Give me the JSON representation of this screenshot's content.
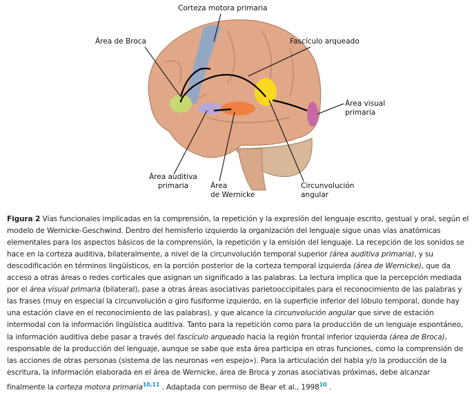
{
  "figure": {
    "labels": {
      "motor": "Corteza motora primaria",
      "broca": "Área de Broca",
      "fasciculo": "Fascículo arqueado",
      "visual_1": "Área visual",
      "visual_2": "primaria",
      "auditiva_1": "Área auditiva",
      "auditiva_2": "primaria",
      "wernicke_1": "Área",
      "wernicke_2": "de Wernicke",
      "angular_1": "Circunvolución",
      "angular_2": "angular"
    },
    "colors": {
      "motor": "#8fa8c8",
      "broca": "#c8d870",
      "auditiva": "#b8a8d8",
      "wernicke": "#f08040",
      "angular": "#f8d820",
      "visual": "#c868a8"
    }
  },
  "caption": {
    "label": "Figura 2",
    "p1": " Vías funcionales implicadas en la comprensión, la repetición y la expresión del lenguaje escrito, gestual y oral, según el modelo de Wernicke-Geschwind. Dentro del hemisferio izquierdo la organización del lenguaje sigue unas vías anatómicas elementales para los aspectos básicos de la comprensión, la repetición y la emisión del lenguaje. La recepción de los sonidos se hace en la corteza auditiva, bilateralmente, a nivel de la circunvolución temporal superior ",
    "i1": "(área auditiva primaria)",
    "p2": ", y su descodificación en términos lingüísticos, en la porción posterior de la corteza temporal izquierda ",
    "i2": "(área de Wernicke)",
    "p3": ", que da acceso a otras áreas o redes corticales que asignan un significado a las palabras. La lectura implica que la percepción mediada por el ",
    "i3": "área visual primaria",
    "p4": " (bilateral), pase a otras áreas asociativas parietooccipitales para el reconocimiento de las palabras y las frases (muy en especial la circunvolución o giro fusiforme izquierdo, en la superficie inferior del lóbulo temporal, donde hay una estación clave en el reconocimiento de las palabras), y que alcance la ",
    "i4": "circunvolución angular",
    "p5": " que sirve de estación intermodal con la información lingüística auditiva. Tanto para la repetición como para la producción de un lenguaje espontáneo, la información auditiva debe pasar a través del ",
    "i5": "fascículo arqueado",
    "p6": " hacia la región frontal inferior izquierda ",
    "i6": "(área de Broca)",
    "p7": ", responsable de la producción del lenguaje, aunque se sabe que esta área participa en otras funciones, como la comprensión de las acciones de otras personas (sistema de las neuronas «en espejo»). Para la articulación del habla y/o la producción de la escritura, la información elaborada en el área de Wernicke, área de Broca y zonas asociativas próximas, debe alcanzar finalmente la ",
    "i7": "corteza motora primaria",
    "ref1": "10,11",
    "p8": " . Adaptada con permiso de Bear et al., 1998",
    "ref2": "10",
    "p9": " ."
  }
}
